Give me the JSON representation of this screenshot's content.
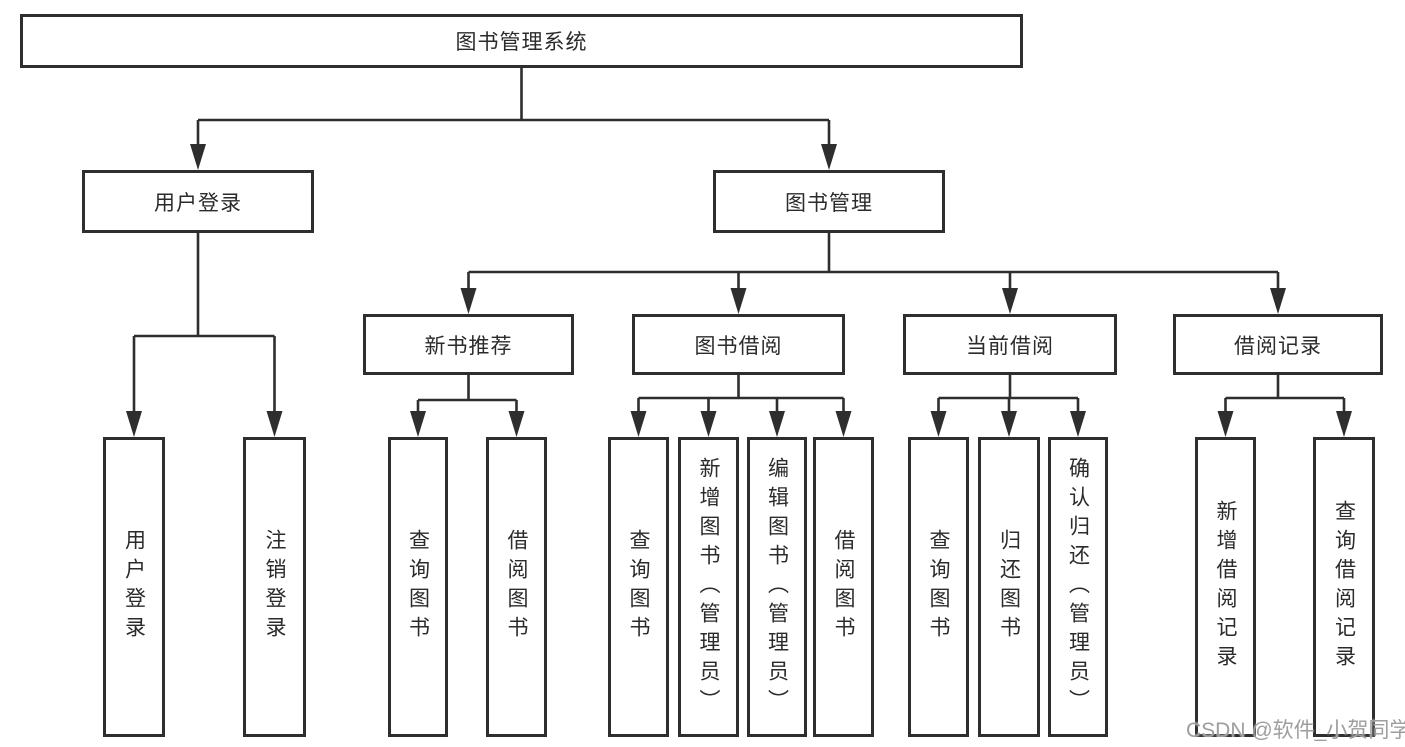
{
  "colors": {
    "line": "#2e2e2e",
    "box_border": "#2e2e2e",
    "box_fill": "#ffffff",
    "text": "#2b2b2b",
    "watermark": "#9e9e9e",
    "background": "#ffffff"
  },
  "tree": {
    "label": "图书管理系统",
    "children": [
      {
        "label": "用户登录",
        "children": [
          {
            "label": "用户登录"
          },
          {
            "label": "注销登录"
          }
        ]
      },
      {
        "label": "图书管理",
        "children": [
          {
            "label": "新书推荐",
            "children": [
              {
                "label": "查询图书"
              },
              {
                "label": "借阅图书"
              }
            ]
          },
          {
            "label": "图书借阅",
            "children": [
              {
                "label": "查询图书"
              },
              {
                "label": "新增图书（管理员）"
              },
              {
                "label": "编辑图书（管理员）"
              },
              {
                "label": "借阅图书"
              }
            ]
          },
          {
            "label": "当前借阅",
            "children": [
              {
                "label": "查询图书"
              },
              {
                "label": "归还图书"
              },
              {
                "label": "确认归还（管理员）"
              }
            ]
          },
          {
            "label": "借阅记录",
            "children": [
              {
                "label": "新增借阅记录"
              },
              {
                "label": "查询借阅记录"
              }
            ]
          }
        ]
      }
    ]
  },
  "watermark": {
    "text": "CSDN @软件_小贺同学"
  }
}
